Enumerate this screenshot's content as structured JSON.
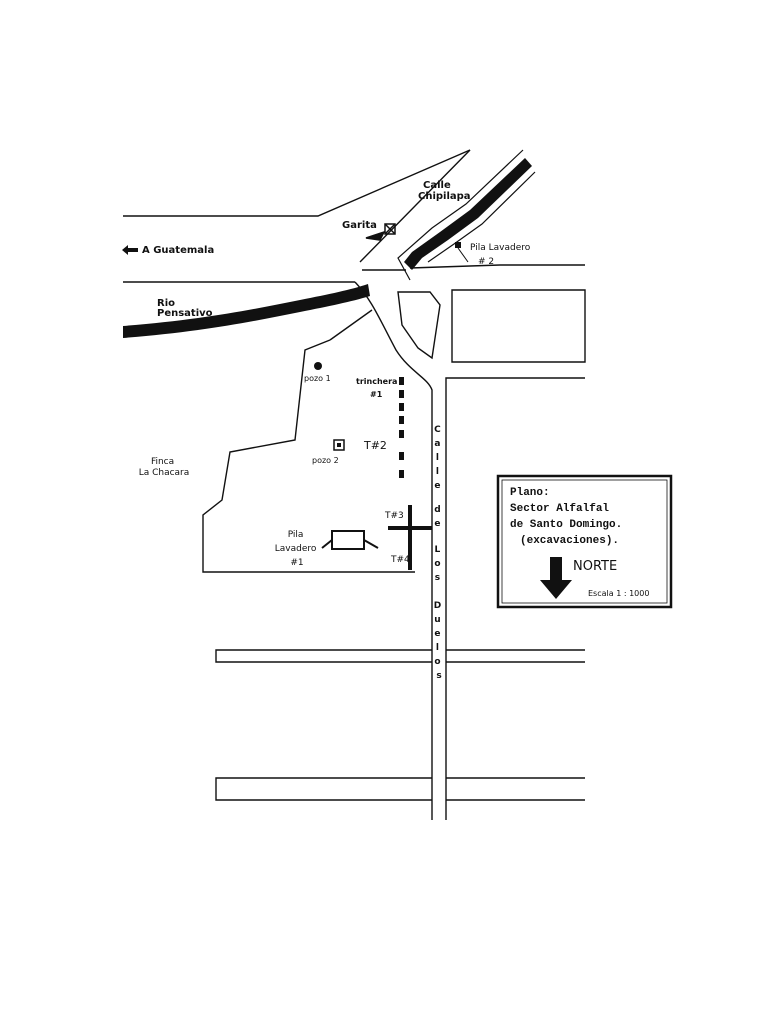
{
  "map": {
    "labels": {
      "calle_chipilapa": [
        "Calle",
        "Chipilapa"
      ],
      "garita": "Garita",
      "a_guatemala": "A Guatemala",
      "pila_lavadero_2": [
        "Pila Lavadero",
        "# 2"
      ],
      "rio_pensativo": [
        "Rio",
        "Pensativo"
      ],
      "pozo_1": "pozo 1",
      "trinchera_1": [
        "trinchera",
        "#1"
      ],
      "t2": "T#2",
      "pozo_2": "pozo 2",
      "finca_la_chacara": [
        "Finca",
        "La Chacara"
      ],
      "t3": "T#3",
      "t4": "T#4",
      "pila_lavadero_1": [
        "Pila",
        "Lavadero",
        "#1"
      ],
      "calle_de_los_duelos": [
        "C",
        "a",
        "l",
        "l",
        "e",
        "d",
        "e",
        "L",
        "o",
        "s",
        "D",
        "u",
        "e",
        "l",
        "o",
        "s"
      ]
    },
    "legend": {
      "title_lines": [
        "Plano:",
        "Sector Alfalfal",
        "de Santo Domingo.",
        "(excavaciones)."
      ],
      "north_label": "NORTE",
      "scale": "Escala 1 : 1000"
    },
    "colors": {
      "ink": "#111111",
      "background": "#ffffff"
    }
  }
}
